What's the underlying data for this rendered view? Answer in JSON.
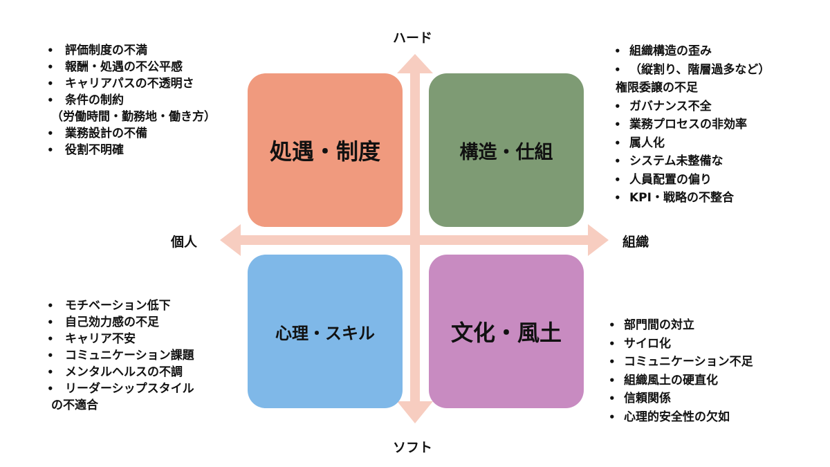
{
  "axes": {
    "top": "ハード",
    "bottom": "ソフト",
    "left": "個人",
    "right": "組織"
  },
  "quadrants": {
    "top_left": {
      "title": "処遇・制度",
      "color": "#F09A7E"
    },
    "top_right": {
      "title": "構造・仕組",
      "color": "#7E9B74"
    },
    "bottom_left": {
      "title": "心理・スキル",
      "color": "#7FB8E8"
    },
    "bottom_right": {
      "title": "文化・風土",
      "color": "#C88BC1"
    }
  },
  "lists": {
    "top_left": [
      {
        "text": "評価制度の不満",
        "bullet": true
      },
      {
        "text": "報酬・処遇の不公平感",
        "bullet": true
      },
      {
        "text": "キャリアパスの不透明さ",
        "bullet": true
      },
      {
        "text": "条件の制約",
        "bullet": true
      },
      {
        "text": "（労働時間・勤務地・働き方）",
        "bullet": false
      },
      {
        "text": "業務設計の不備",
        "bullet": true
      },
      {
        "text": "役割不明確",
        "bullet": true
      }
    ],
    "top_right": [
      {
        "text": "組織構造の歪み",
        "bullet": true
      },
      {
        "text": "（縦割り、階層過多など）",
        "bullet": true
      },
      {
        "text": "権限委譲の不足",
        "bullet": false
      },
      {
        "text": "ガバナンス不全",
        "bullet": true
      },
      {
        "text": "業務プロセスの非効率",
        "bullet": true
      },
      {
        "text": "属人化",
        "bullet": true
      },
      {
        "text": "システム未整備な",
        "bullet": true
      },
      {
        "text": "人員配置の偏り",
        "bullet": true
      },
      {
        "text": "KPI・戦略の不整合",
        "bullet": true
      }
    ],
    "bottom_left": [
      {
        "text": "モチベーション低下",
        "bullet": true
      },
      {
        "text": "自己効力感の不足",
        "bullet": true
      },
      {
        "text": "キャリア不安",
        "bullet": true
      },
      {
        "text": "コミュニケーション課題",
        "bullet": true
      },
      {
        "text": "メンタルヘルスの不調",
        "bullet": true
      },
      {
        "text": "リーダーシップスタイル",
        "bullet": true
      },
      {
        "text": "の不適合",
        "bullet": false
      }
    ],
    "bottom_right": [
      {
        "text": "部門間の対立",
        "bullet": true
      },
      {
        "text": "サイロ化",
        "bullet": true
      },
      {
        "text": "コミュニケーション不足",
        "bullet": true
      },
      {
        "text": "組織風土の硬直化",
        "bullet": true
      },
      {
        "text": "信頼関係",
        "bullet": true
      },
      {
        "text": "心理的安全性の欠如",
        "bullet": true
      }
    ]
  },
  "colors": {
    "axis": "#F7CDC0"
  }
}
